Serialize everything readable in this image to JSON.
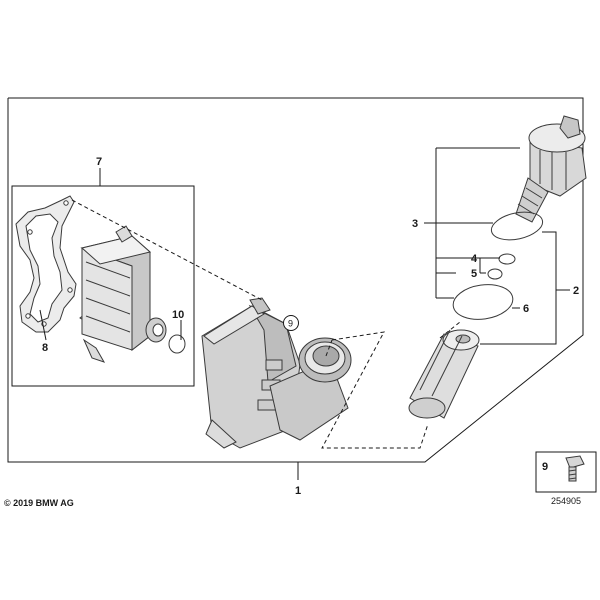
{
  "diagram": {
    "callouts": {
      "c1": "1",
      "c2": "2",
      "c3": "3",
      "c4": "4",
      "c5": "5",
      "c6": "6",
      "c7": "7",
      "c8": "8",
      "c9_circle": "9",
      "c10": "10"
    },
    "copyright": "© 2019 BMW AG",
    "inset": {
      "part_number": "9",
      "diagram_id": "254905"
    }
  }
}
